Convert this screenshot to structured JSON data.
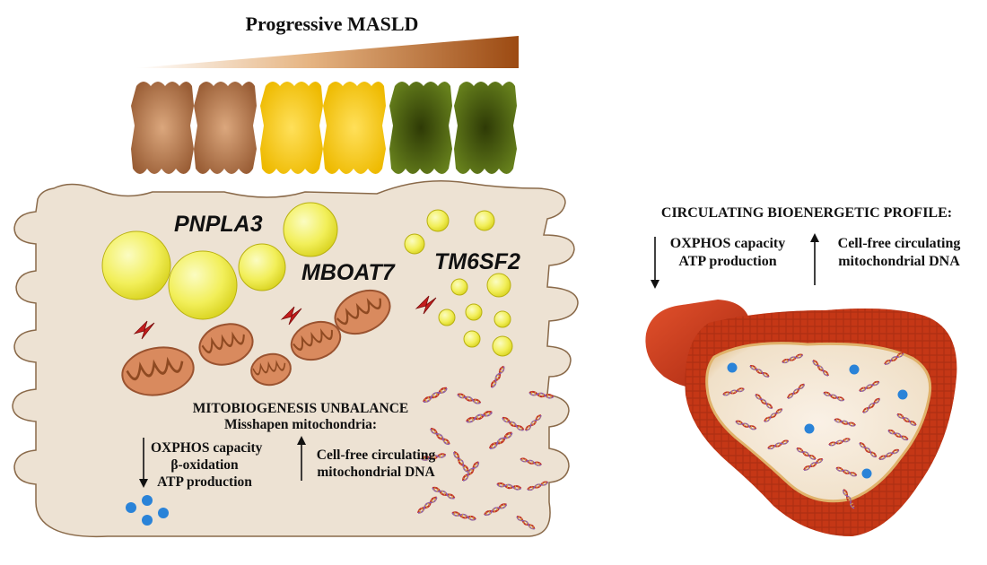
{
  "title": "Progressive MASLD",
  "genes": [
    "PNPLA3",
    "MBOAT7",
    "TM6SF2"
  ],
  "mito_heading": "MITOBIOGENESIS UNBALANCE",
  "mito_sub": "Misshapen mitochondria:",
  "cell_decrease": [
    "OXPHOS capacity",
    "β-oxidation",
    "ATP production"
  ],
  "cell_increase": [
    "Cell-free circulating",
    "mitochondrial DNA"
  ],
  "circ_heading": "CIRCULATING BIOENERGETIC PROFILE:",
  "circ_decrease": [
    "OXPHOS capacity",
    "ATP production"
  ],
  "circ_increase": [
    "Cell-free circulating",
    "mitochondrial DNA"
  ],
  "colors": {
    "healthy": "#b87a4e",
    "steatotic": "#f5cc1c",
    "fibrotic": "#4f6414",
    "lipid": "#f2f06a",
    "mitochondria": "#d98a5e",
    "cell": "#ede2d3",
    "dna": "#c0302a",
    "dot": "#2a83d8",
    "vessel": "#c8321c"
  }
}
